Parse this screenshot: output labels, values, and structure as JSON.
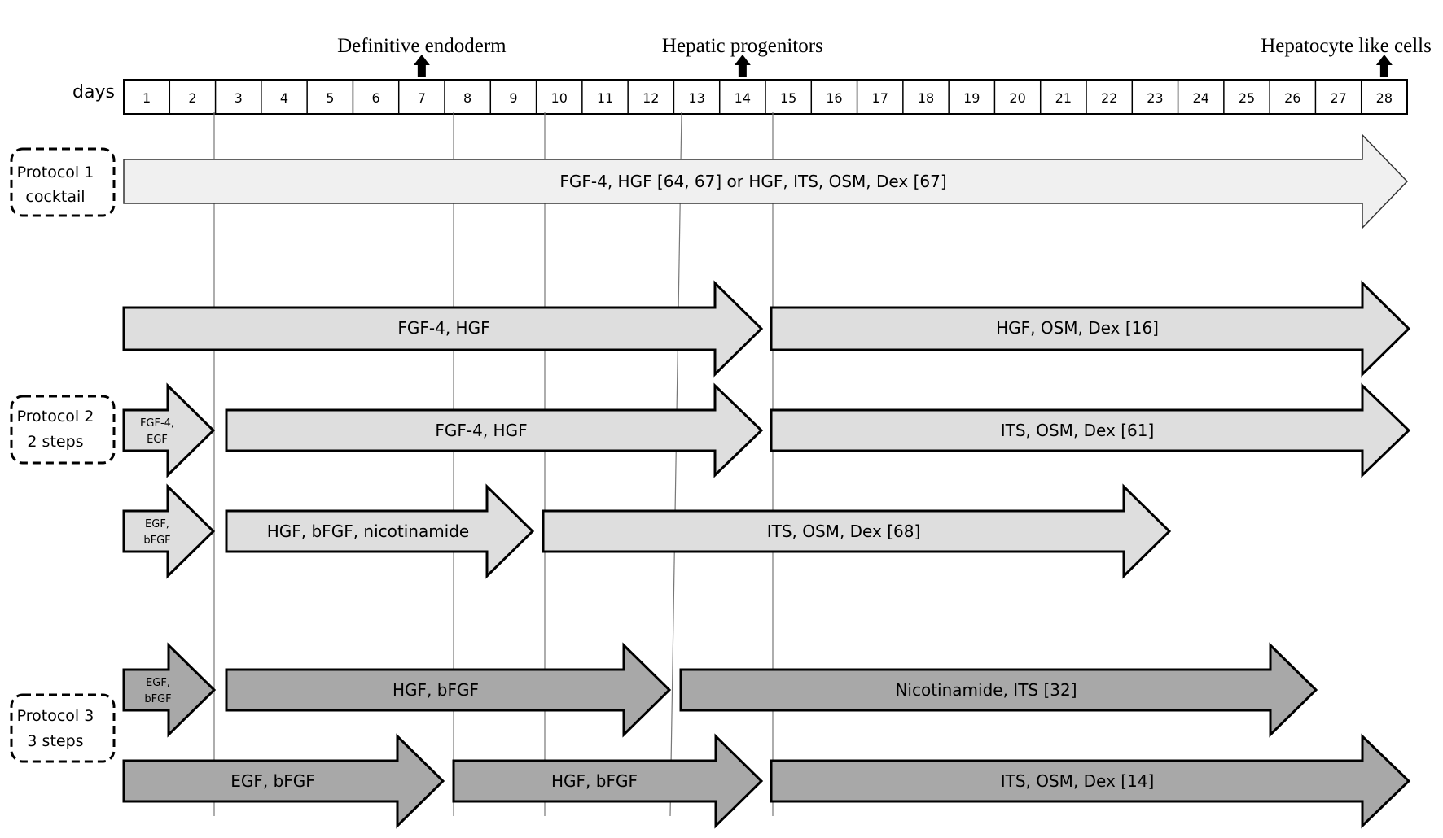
{
  "timeline": {
    "axis_label": "days",
    "days": [
      "1",
      "2",
      "3",
      "4",
      "5",
      "6",
      "7",
      "8",
      "9",
      "10",
      "11",
      "12",
      "13",
      "14",
      "15",
      "16",
      "17",
      "18",
      "19",
      "20",
      "21",
      "22",
      "23",
      "24",
      "25",
      "26",
      "27",
      "28"
    ],
    "milestones": [
      {
        "label": "Definitive endoderm",
        "day": 7
      },
      {
        "label": "Hepatic progenitors",
        "day": 14
      },
      {
        "label": "Hepatocyte like cells",
        "day": 28
      }
    ]
  },
  "protocols": [
    {
      "line1": "Protocol 1",
      "line2": "cocktail"
    },
    {
      "line1": "Protocol 2",
      "line2": "2 steps"
    },
    {
      "line1": "Protocol 3",
      "line2": "3 steps"
    }
  ],
  "colors": {
    "protocol1_fill": "#f0f0f0",
    "protocol2_fill": "#dedede",
    "protocol3_fill": "#a8a8a8",
    "stroke": "#000000"
  },
  "labels": {
    "p1": "FGF-4, HGF [64, 67] or HGF, ITS, OSM, Dex [67]",
    "p2a_1": "FGF-4, HGF",
    "p2a_2": "HGF, OSM, Dex [16]",
    "p2b_0_l1": "FGF-4,",
    "p2b_0_l2": "EGF",
    "p2b_1": "FGF-4, HGF",
    "p2b_2": "ITS, OSM, Dex [61]",
    "p2c_0_l1": "EGF,",
    "p2c_0_l2": "bFGF",
    "p2c_1": "HGF, bFGF, nicotinamide",
    "p2c_2": "ITS, OSM, Dex [68]",
    "p3a_0_l1": "EGF,",
    "p3a_0_l2": "bFGF",
    "p3a_1": "HGF, bFGF",
    "p3a_2": "Nicotinamide, ITS [32]",
    "p3b_1": "EGF, bFGF",
    "p3b_2": "HGF, bFGF",
    "p3b_3": "ITS, OSM, Dex [14]"
  }
}
